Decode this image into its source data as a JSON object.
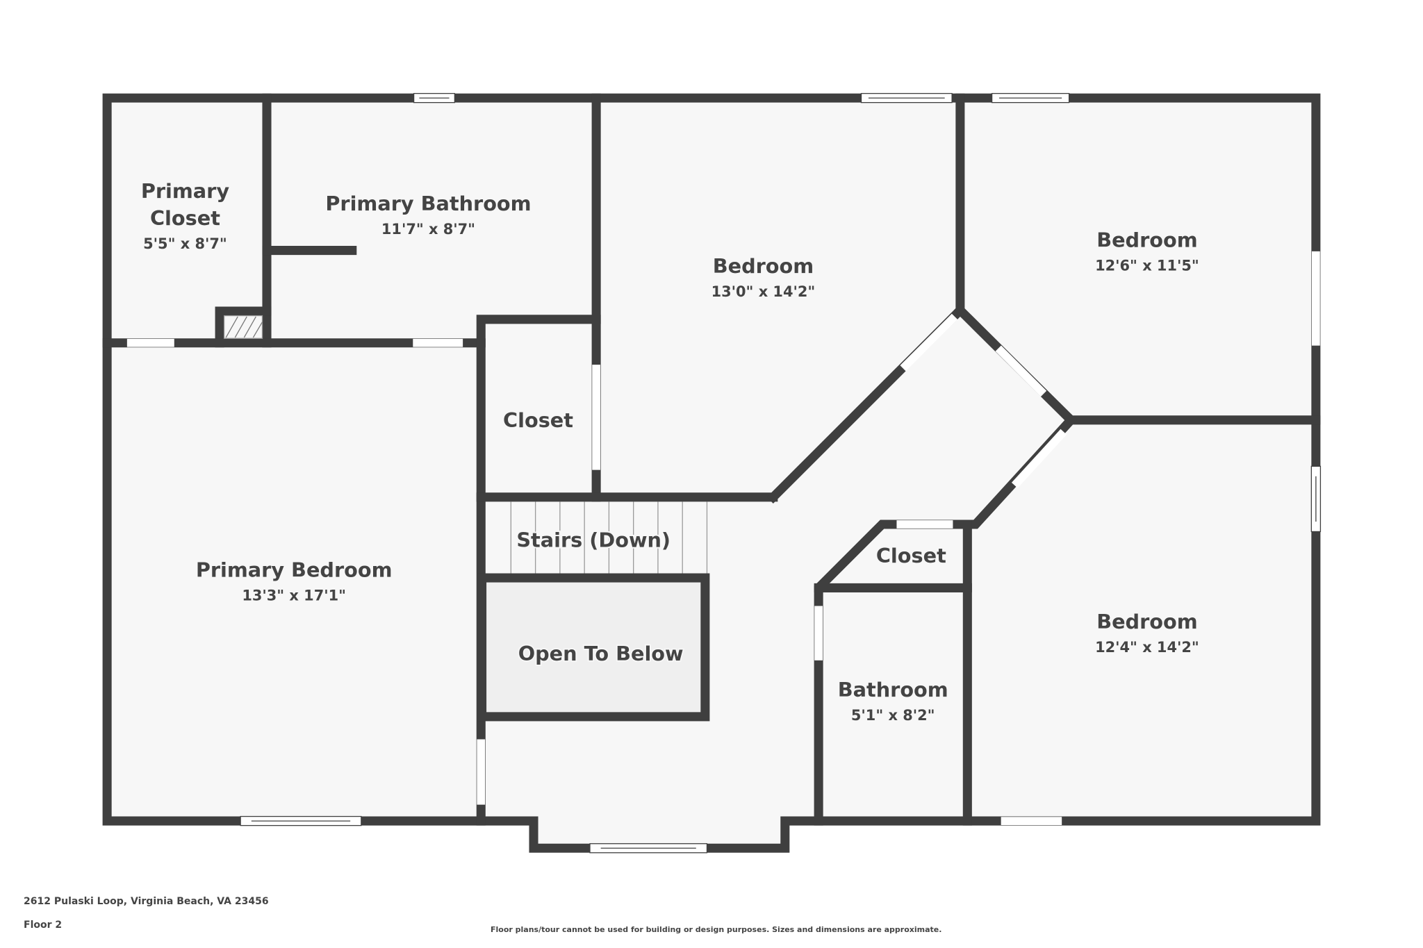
{
  "floor_plan": {
    "address": "2612 Pulaski Loop, Virginia Beach, VA 23456",
    "floor": "Floor 2",
    "disclaimer": "Floor plans/tour cannot be used for building or design purposes. Sizes and dimensions are approximate.",
    "colors": {
      "wall": "#3f3f3f",
      "floor": "#f7f7f7",
      "open_to_below": "#efefef",
      "opening": "#ffffff"
    },
    "rooms": [
      {
        "name": "Primary",
        "name2": "Closet",
        "dims": "5'5\" x 8'7\""
      },
      {
        "name": "Primary Bathroom",
        "dims": "11'7\" x 8'7\""
      },
      {
        "name": "Bedroom",
        "dims": "13'0\" x 14'2\""
      },
      {
        "name": "Bedroom",
        "dims": "12'6\" x 11'5\""
      },
      {
        "name": "Closet"
      },
      {
        "name": "Primary Bedroom",
        "dims": "13'3\" x 17'1\""
      },
      {
        "name": "Stairs (Down)"
      },
      {
        "name": "Open To Below"
      },
      {
        "name": "Closet"
      },
      {
        "name": "Bathroom",
        "dims": "5'1\" x 8'2\""
      },
      {
        "name": "Bedroom",
        "dims": "12'4\" x 14'2\""
      }
    ]
  }
}
